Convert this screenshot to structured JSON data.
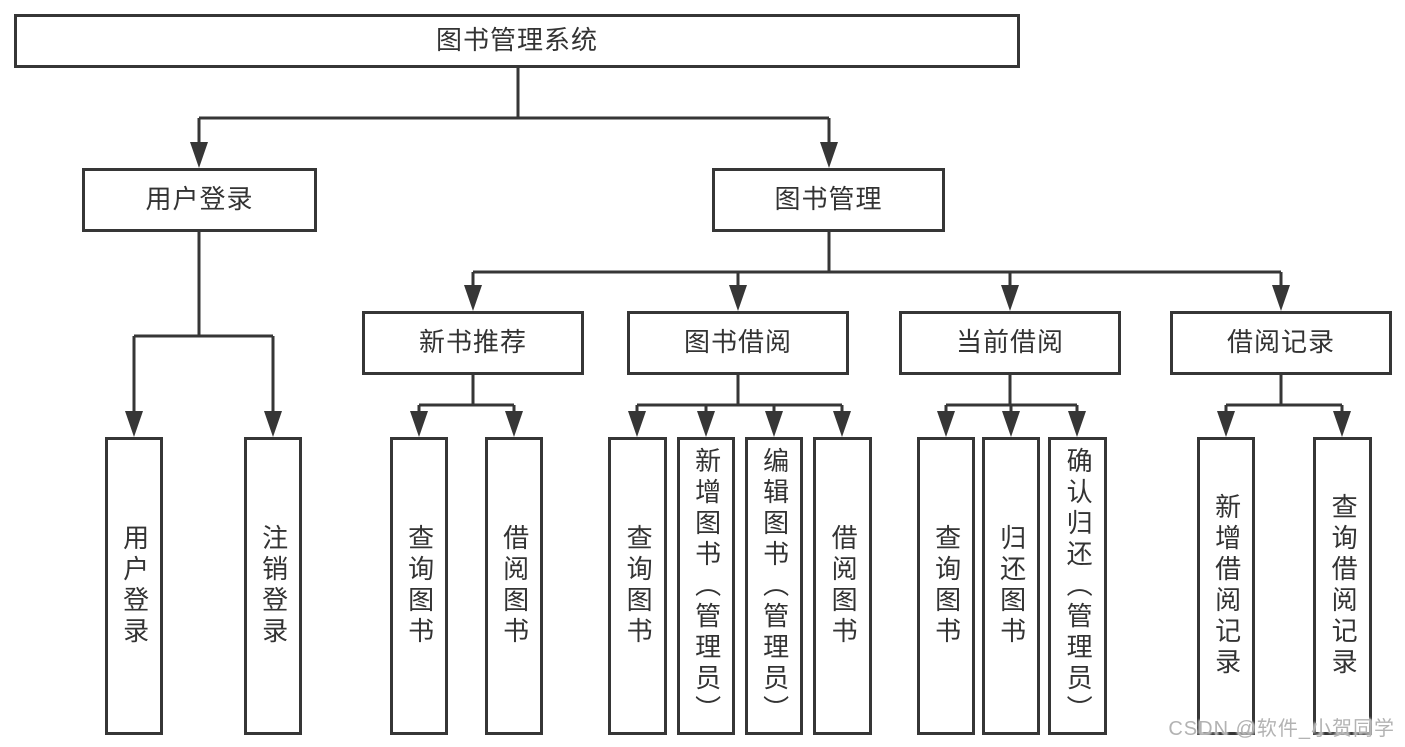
{
  "tree": {
    "label": "图书管理系统",
    "children": [
      {
        "label": "用户登录",
        "children": [
          {
            "label": "用户登录"
          },
          {
            "label": "注销登录"
          }
        ]
      },
      {
        "label": "图书管理",
        "children": [
          {
            "label": "新书推荐",
            "children": [
              {
                "label": "查询图书"
              },
              {
                "label": "借阅图书"
              }
            ]
          },
          {
            "label": "图书借阅",
            "children": [
              {
                "label": "查询图书"
              },
              {
                "label": "新增图书（管理员）"
              },
              {
                "label": "编辑图书（管理员）"
              },
              {
                "label": "借阅图书"
              }
            ]
          },
          {
            "label": "当前借阅",
            "children": [
              {
                "label": "查询图书"
              },
              {
                "label": "归还图书"
              },
              {
                "label": "确认归还（管理员）"
              }
            ]
          },
          {
            "label": "借阅记录",
            "children": [
              {
                "label": "新增借阅记录"
              },
              {
                "label": "查询借阅记录"
              }
            ]
          }
        ]
      }
    ]
  },
  "watermark": {
    "text": "CSDN @软件_小贺同学"
  },
  "colors": {
    "line": "#363636",
    "node_border": "#363636",
    "node_text": "#333333",
    "background": "#ffffff",
    "watermark_text": "#b3b3b3"
  }
}
